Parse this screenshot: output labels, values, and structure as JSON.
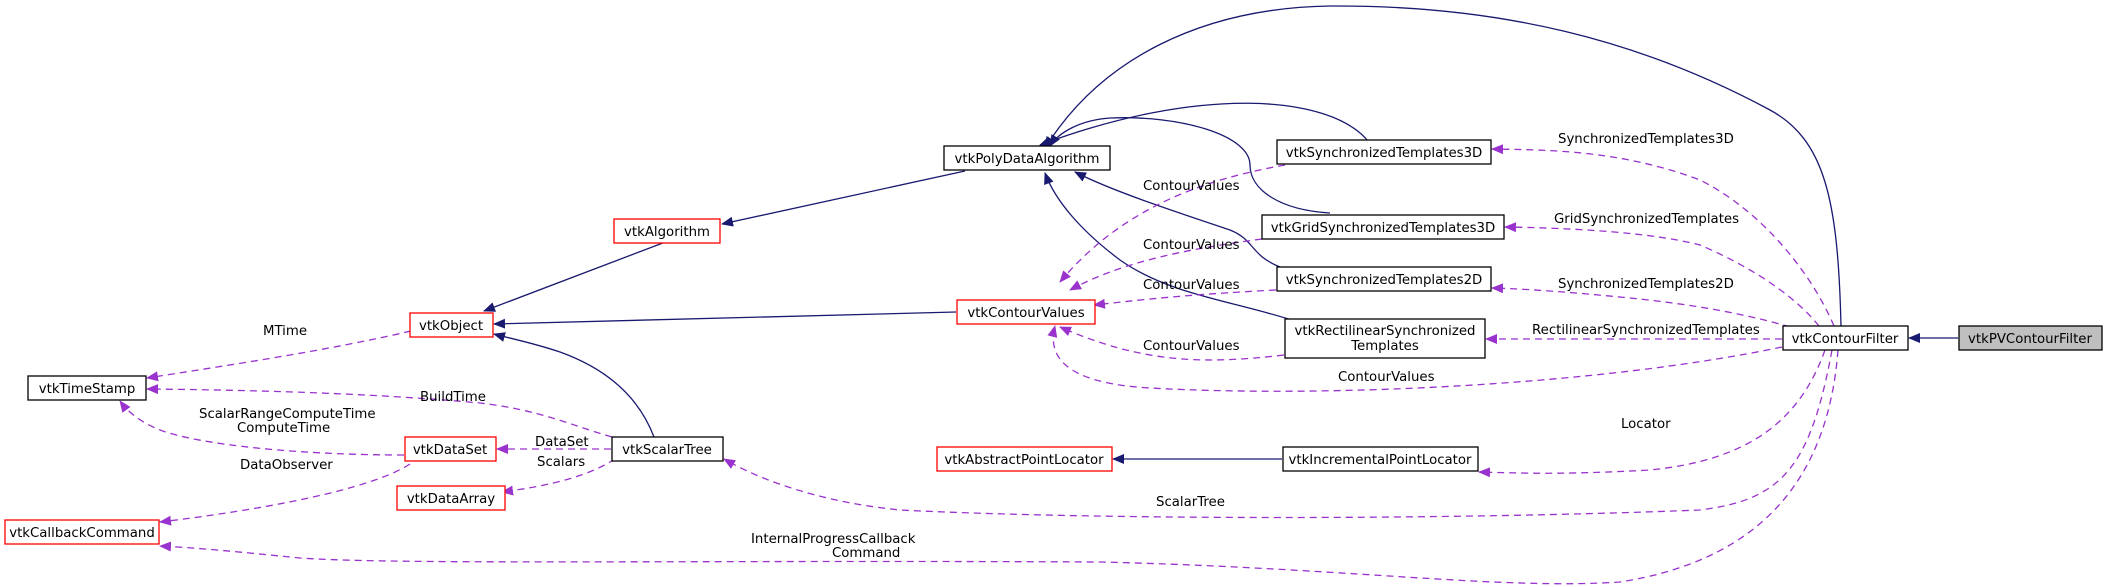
{
  "diagram": {
    "nodes": {
      "vtkPVContourFilter": "vtkPVContourFilter",
      "vtkContourFilter": "vtkContourFilter",
      "vtkPolyDataAlgorithm": "vtkPolyDataAlgorithm",
      "vtkAlgorithm": "vtkAlgorithm",
      "vtkObject": "vtkObject",
      "vtkTimeStamp": "vtkTimeStamp",
      "vtkCallbackCommand": "vtkCallbackCommand",
      "vtkContourValues": "vtkContourValues",
      "vtkSynchronizedTemplates3D": "vtkSynchronizedTemplates3D",
      "vtkGridSynchronizedTemplates3D": "vtkGridSynchronizedTemplates3D",
      "vtkSynchronizedTemplates2D": "vtkSynchronizedTemplates2D",
      "vtkRectilinearSynchronizedTemplates_line1": "vtkRectilinearSynchronized",
      "vtkRectilinearSynchronizedTemplates_line2": "Templates",
      "vtkIncrementalPointLocator": "vtkIncrementalPointLocator",
      "vtkAbstractPointLocator": "vtkAbstractPointLocator",
      "vtkScalarTree": "vtkScalarTree",
      "vtkDataSet": "vtkDataSet",
      "vtkDataArray": "vtkDataArray"
    },
    "edge_labels": {
      "mtime": "MTime",
      "build_time": "BuildTime",
      "scalar_range_line1": "ScalarRangeComputeTime",
      "scalar_range_line2": "ComputeTime",
      "data_observer": "DataObserver",
      "dataset": "DataSet",
      "scalars": "Scalars",
      "contour_values_st3d": "ContourValues",
      "contour_values_gst3d": "ContourValues",
      "contour_values_st2d": "ContourValues",
      "contour_values_rst": "ContourValues",
      "contour_values_cf": "ContourValues",
      "synchronized_templates_3d": "SynchronizedTemplates3D",
      "grid_synchronized_templates": "GridSynchronizedTemplates",
      "synchronized_templates_2d": "SynchronizedTemplates2D",
      "rectilinear_synchronized_templates": "RectilinearSynchronizedTemplates",
      "locator": "Locator",
      "scalar_tree": "ScalarTree",
      "internal_progress_line1": "InternalProgressCallback",
      "internal_progress_line2": "Command"
    },
    "colors": {
      "inheritance_edge": "#191970",
      "usage_edge": "#9a32cd",
      "highlighted_node_fill": "#bfbfbf",
      "documented_border": "#000000",
      "undocumented_border": "#ff0000"
    }
  }
}
